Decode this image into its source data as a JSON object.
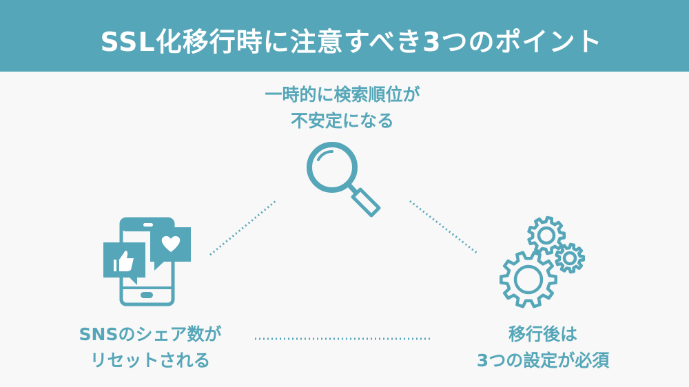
{
  "title": "SSL化移行時に注意すべき3つのポイント",
  "points": [
    {
      "line1": "一時的に検索順位が",
      "line2": "不安定になる",
      "icon": "magnifier-icon"
    },
    {
      "line1": "SNSのシェア数が",
      "line2": "リセットされる",
      "icon": "smartphone-sns-icon"
    },
    {
      "line1": "移行後は",
      "line2": "3つの設定が必須",
      "icon": "gears-icon"
    }
  ],
  "colors": {
    "accent": "#55a6b8",
    "background": "#f8f8f8",
    "title_text": "#ffffff"
  }
}
